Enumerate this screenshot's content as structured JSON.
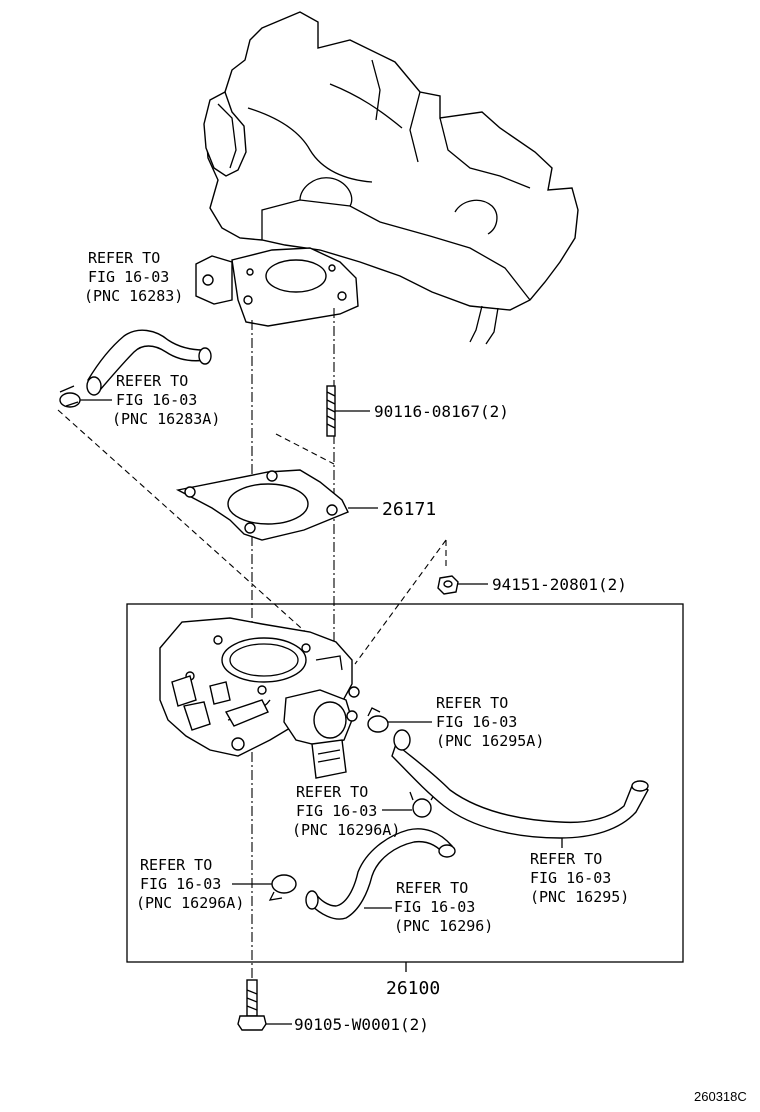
{
  "refs": {
    "r16283": [
      "REFER TO",
      "FIG 16-03",
      "(PNC 16283)"
    ],
    "r16283A": [
      "REFER TO",
      "FIG 16-03",
      "(PNC 16283A)"
    ],
    "r16295A": [
      "REFER TO",
      "FIG 16-03",
      "(PNC 16295A)"
    ],
    "r16296A_mid": [
      "REFER TO",
      "FIG 16-03",
      "(PNC 16296A)"
    ],
    "r16296A_left": [
      "REFER TO",
      "FIG 16-03",
      "(PNC 16296A)"
    ],
    "r16296": [
      "REFER TO",
      "FIG 16-03",
      "(PNC 16296)"
    ],
    "r16295": [
      "REFER TO",
      "FIG 16-03",
      "(PNC 16295)"
    ]
  },
  "parts": {
    "stud": "90116-08167(2)",
    "gasket": "26171",
    "nut": "94151-20801(2)",
    "assembly": "26100",
    "bolt": "90105-W0001(2)"
  },
  "illustration_code": "260318C"
}
